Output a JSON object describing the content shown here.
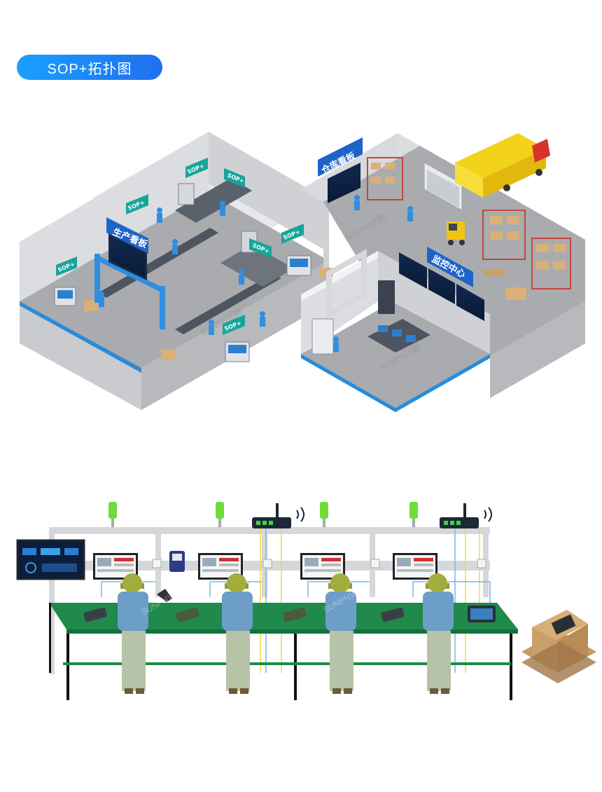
{
  "page": {
    "title": "SOP+拓扑图"
  },
  "labels": {
    "sop": "SOP+",
    "production_board": "生产看板",
    "warehouse_board": "仓库看板",
    "monitor_center": "监控中心",
    "watermark": "SUNPN讯鹏"
  },
  "colors": {
    "accent": "#1f8ef5",
    "floor": "#a9abae",
    "wall": "#e7e8ea",
    "sign_teal": "#17a59a",
    "board_blue": "#1e64c8",
    "table_green": "#1f8a4c",
    "worker_shirt": "#6d9ec8",
    "worker_cap": "#8e9a2e"
  }
}
